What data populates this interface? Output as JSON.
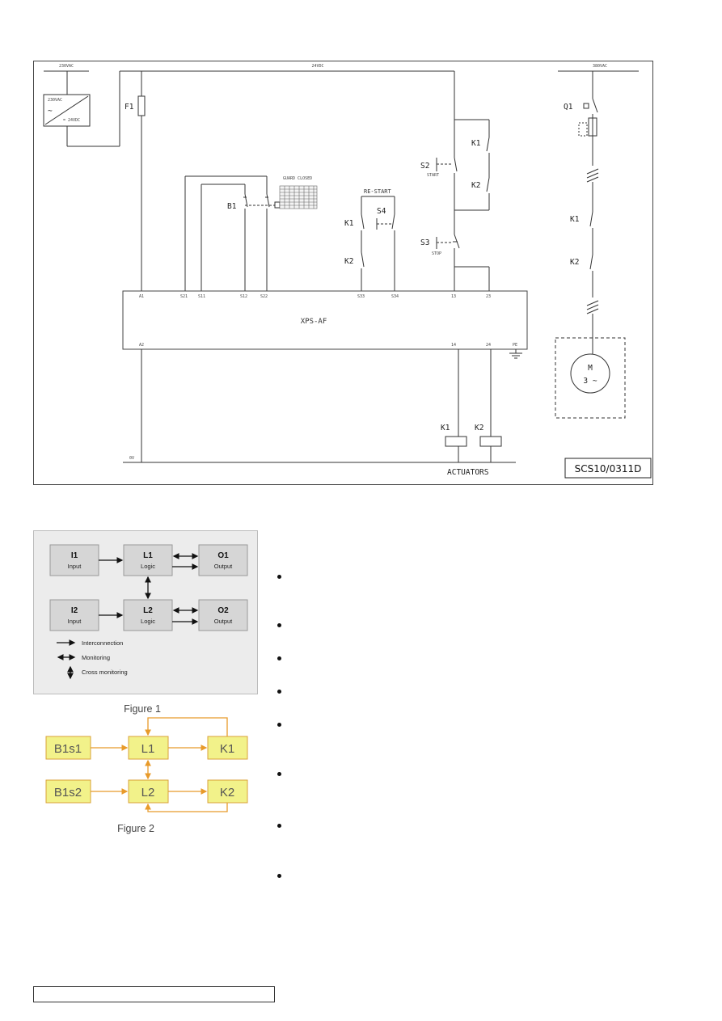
{
  "schematic": {
    "supplies": {
      "ac230": "230VAC",
      "dc24": "24VDC",
      "ac380": "380VAC",
      "zero": "0V"
    },
    "converter": {
      "in_label": "230VAC",
      "tilde": "~",
      "out_label": "= 24VDC"
    },
    "fuse": "F1",
    "guard": {
      "label": "B1",
      "note": "GUARD CLOSED"
    },
    "restart": {
      "title": "RE-START",
      "button": "S4"
    },
    "start": {
      "button": "S2",
      "caption": "START"
    },
    "stop": {
      "button": "S3",
      "caption": "STOP"
    },
    "contacts": {
      "k1": "K1",
      "k2": "K2"
    },
    "breaker": "Q1",
    "module": {
      "name": "XPS-AF",
      "top_terminals": [
        "A1",
        "S21",
        "S11",
        "S12",
        "S22",
        "S33",
        "S34",
        "13",
        "23"
      ],
      "bottom_terminals": [
        "A2",
        "14",
        "24",
        "PE"
      ]
    },
    "motor": {
      "symbol": "M",
      "phase": "3 ~"
    },
    "coils": [
      "K1",
      "K2"
    ],
    "actuators": "ACTUATORS",
    "code": "SCS10/0311D"
  },
  "figure1": {
    "blocks": [
      {
        "title": "I1",
        "sub": "Input"
      },
      {
        "title": "L1",
        "sub": "Logic"
      },
      {
        "title": "O1",
        "sub": "Output"
      },
      {
        "title": "I2",
        "sub": "Input"
      },
      {
        "title": "L2",
        "sub": "Logic"
      },
      {
        "title": "O2",
        "sub": "Output"
      }
    ],
    "legend": [
      "Interconnection",
      "Monitoring",
      "Cross monitoring"
    ],
    "caption": "Figure 1"
  },
  "figure2": {
    "boxes": [
      "B1s1",
      "L1",
      "K1",
      "B1s2",
      "L2",
      "K2"
    ],
    "caption": "Figure 2"
  },
  "colors": {
    "orange": "#f0a030",
    "yellow_box": "#f2f28a",
    "gray_box": "#d8d8d8"
  },
  "bullets_count": 8
}
